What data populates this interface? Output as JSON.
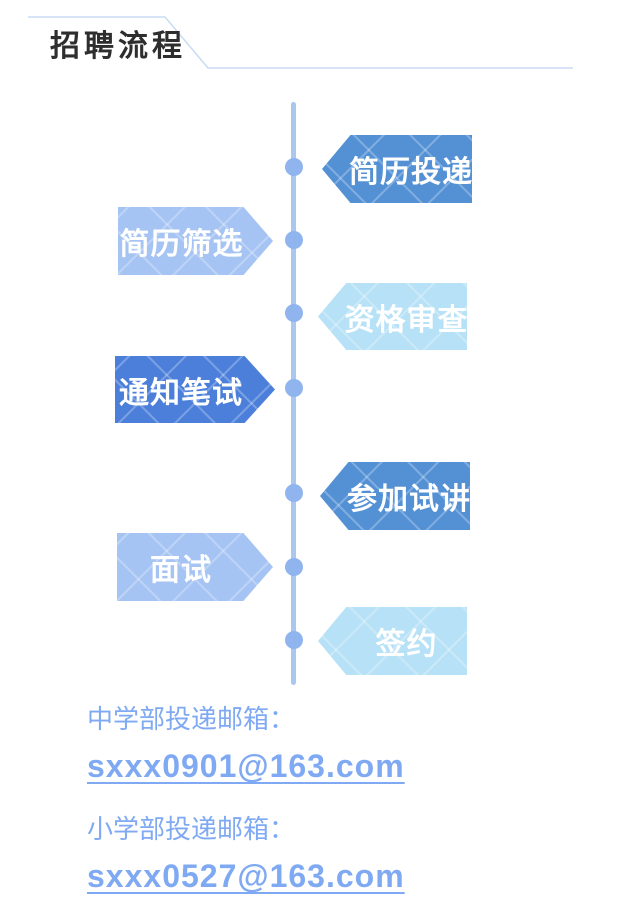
{
  "header": {
    "title": "招聘流程"
  },
  "colors": {
    "title": "#2e2e2e",
    "header_line": "#c9dbf3",
    "timeline_line": "#aac7f0",
    "timeline_dot": "#90b4ed",
    "accent_text": "#7fa9f2"
  },
  "flow": {
    "steps": [
      {
        "label": "简历投递",
        "side": "right",
        "color": "#5390d4"
      },
      {
        "label": "简历筛选",
        "side": "left",
        "color": "#a6c4f3"
      },
      {
        "label": "资格审查",
        "side": "right",
        "color": "#b7e1f6"
      },
      {
        "label": "通知笔试",
        "side": "left",
        "color": "#4b7fda"
      },
      {
        "label": "参加试讲",
        "side": "right",
        "color": "#5390d4"
      },
      {
        "label": "面试",
        "side": "left",
        "color": "#a6c4f3"
      },
      {
        "label": "签约",
        "side": "right",
        "color": "#b7e1f6"
      }
    ]
  },
  "contacts": [
    {
      "label": "中学部投递邮箱：",
      "email": "sxxx0901@163.com"
    },
    {
      "label": "小学部投递邮箱：",
      "email": "sxxx0527@163.com"
    }
  ]
}
